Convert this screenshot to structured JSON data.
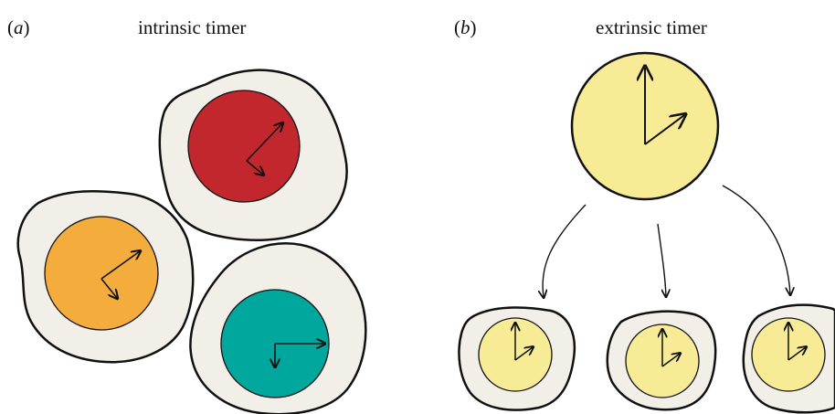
{
  "panel_a": {
    "letter_open": "(",
    "letter": "a",
    "letter_close": ")",
    "title": "intrinsic timer",
    "cells": [
      {
        "name": "red-clock-cell",
        "face_color": "#c1272d"
      },
      {
        "name": "orange-clock-cell",
        "face_color": "#f4ad3d"
      },
      {
        "name": "teal-clock-cell",
        "face_color": "#00a79d"
      }
    ]
  },
  "panel_b": {
    "letter_open": "(",
    "letter": "b",
    "letter_close": ")",
    "title": "extrinsic timer",
    "master_clock_color": "#f7eb96",
    "cell_clock_color": "#f7eb96"
  },
  "colors": {
    "cell_fill": "#f2efe9",
    "outline": "#111111"
  },
  "icons": [
    "clock-icon",
    "arrow-icon"
  ]
}
